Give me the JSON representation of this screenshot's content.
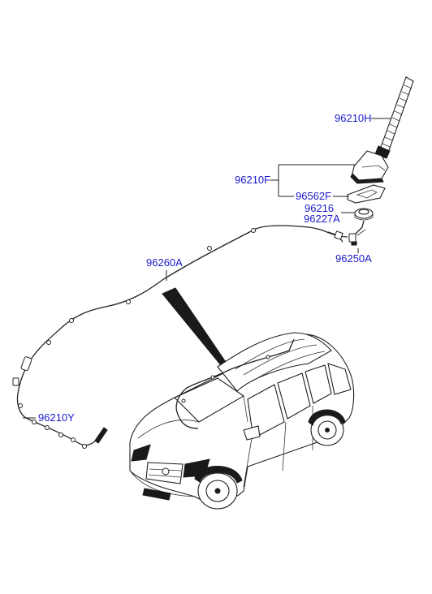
{
  "diagram": {
    "parts": [
      {
        "id": "96210H",
        "label": "96210H"
      },
      {
        "id": "96210F",
        "label": "96210F"
      },
      {
        "id": "96562F",
        "label": "96562F"
      },
      {
        "id": "96216",
        "label": "96216"
      },
      {
        "id": "96227A",
        "label": "96227A"
      },
      {
        "id": "96250A",
        "label": "96250A"
      },
      {
        "id": "96260A",
        "label": "96260A"
      },
      {
        "id": "96210Y",
        "label": "96210Y"
      }
    ]
  }
}
